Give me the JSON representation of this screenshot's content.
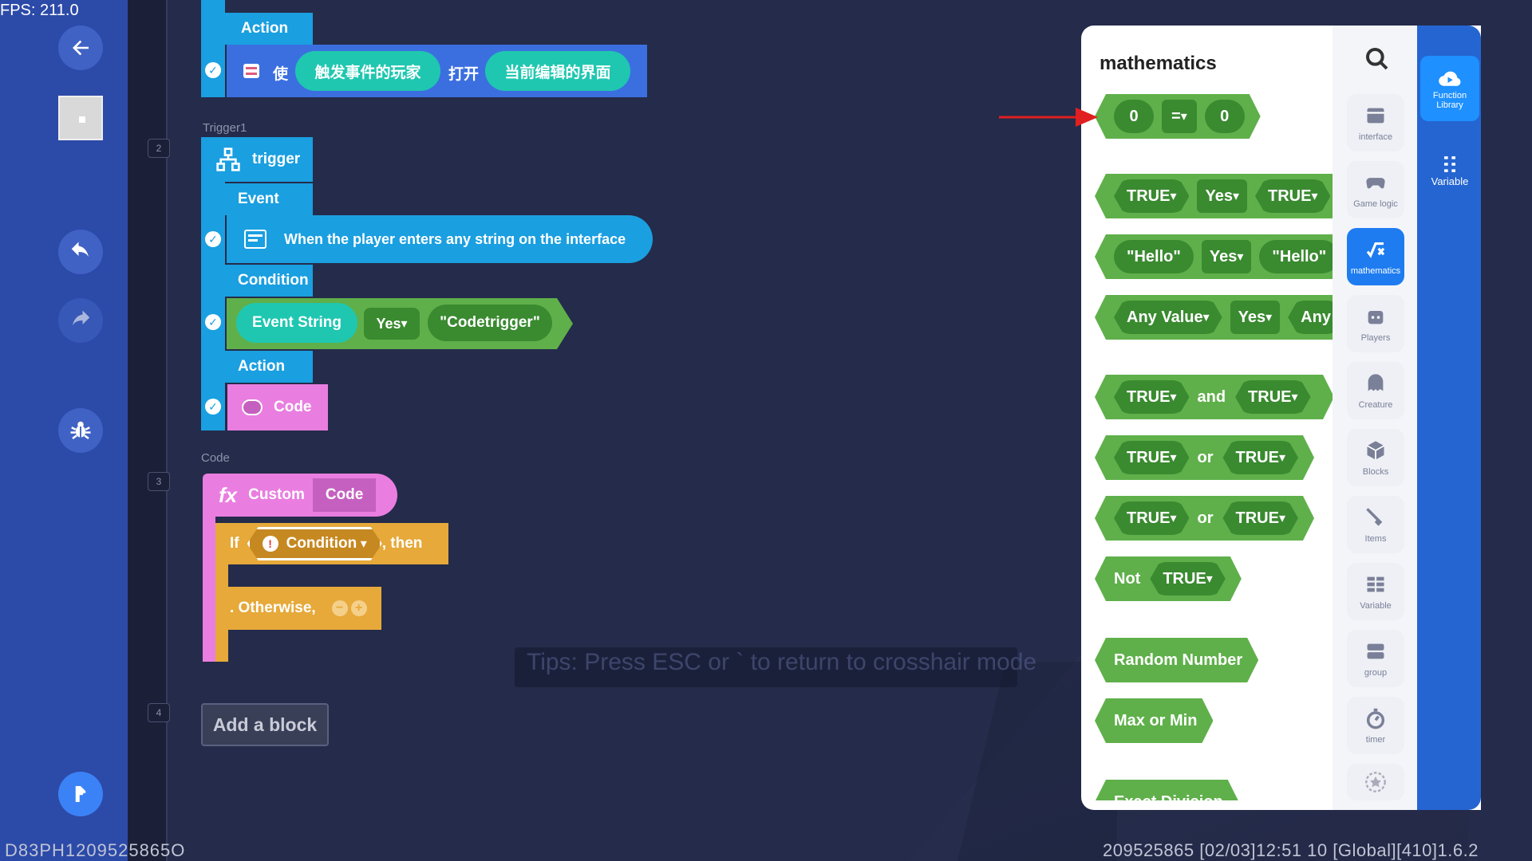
{
  "fps": "FPS: 211.0",
  "hint": "Tips: Press ESC or ` to return to crosshair mode",
  "footer": {
    "left_id": "D83PH1209525865O",
    "right_info": "209525865    [02/03]12:51 10  [Global][410]1.6.2"
  },
  "gutter": {
    "line_numbers": [
      "2",
      "3",
      "4"
    ]
  },
  "block1": {
    "section": "Action",
    "verb": "使",
    "subject": "触发事件的玩家",
    "action": "打开",
    "target": "当前编辑的界面"
  },
  "trigger": {
    "caption": "Trigger1",
    "title": "trigger",
    "event_label": "Event",
    "event_text": "When the player enters any string on the interface",
    "condition_label": "Condition",
    "cond_left": "Event String",
    "cond_op": "Yes",
    "cond_right": "\"Codetrigger\"",
    "action_label": "Action",
    "action_text": "Code"
  },
  "code": {
    "caption": "Code",
    "fx": "fx",
    "custom": "Custom",
    "name": "Code",
    "if": "If",
    "condition": "Condition",
    "then": ", then",
    "otherwise": ". Otherwise,"
  },
  "add_block": "Add a block",
  "panel": {
    "title": "mathematics",
    "blocks": {
      "compare": {
        "left": "0",
        "op": "=",
        "right": "0"
      },
      "bool_eq": {
        "a": "TRUE",
        "op": "Yes",
        "b": "TRUE"
      },
      "str_eq": {
        "a": "\"Hello\"",
        "op": "Yes",
        "b": "\"Hello\""
      },
      "any_eq": {
        "a": "Any Value",
        "op": "Yes",
        "b": "Any"
      },
      "and": {
        "a": "TRUE",
        "op": "and",
        "b": "TRUE"
      },
      "or1": {
        "a": "TRUE",
        "op": "or",
        "b": "TRUE"
      },
      "or2": {
        "a": "TRUE",
        "op": "or",
        "b": "TRUE"
      },
      "not": {
        "op": "Not",
        "a": "TRUE"
      },
      "random": "Random Number",
      "maxmin": "Max or Min",
      "exact": "Exact Division"
    },
    "categories": [
      {
        "label": "interface",
        "icon": "interface-icon"
      },
      {
        "label": "Game logic",
        "icon": "gamepad-icon"
      },
      {
        "label": "mathematics",
        "icon": "math-icon"
      },
      {
        "label": "Players",
        "icon": "player-icon"
      },
      {
        "label": "Creature",
        "icon": "creature-icon"
      },
      {
        "label": "Blocks",
        "icon": "cube-icon"
      },
      {
        "label": "Items",
        "icon": "sword-icon"
      },
      {
        "label": "Variable",
        "icon": "variable-icon"
      },
      {
        "label": "group",
        "icon": "group-icon"
      },
      {
        "label": "timer",
        "icon": "timer-icon"
      }
    ],
    "tabs": {
      "function_library": "Function Library",
      "variable": "Variable"
    }
  },
  "colors": {
    "accent_blue": "#1a9fe0",
    "math_green": "#5fb04a",
    "math_green_dark": "#3a8a30",
    "teal": "#1fc7b0",
    "code_pink": "#e97ee0",
    "if_orange": "#e6a93a",
    "sidebar": "#2c4aa8",
    "arrow_red": "#e02020"
  }
}
